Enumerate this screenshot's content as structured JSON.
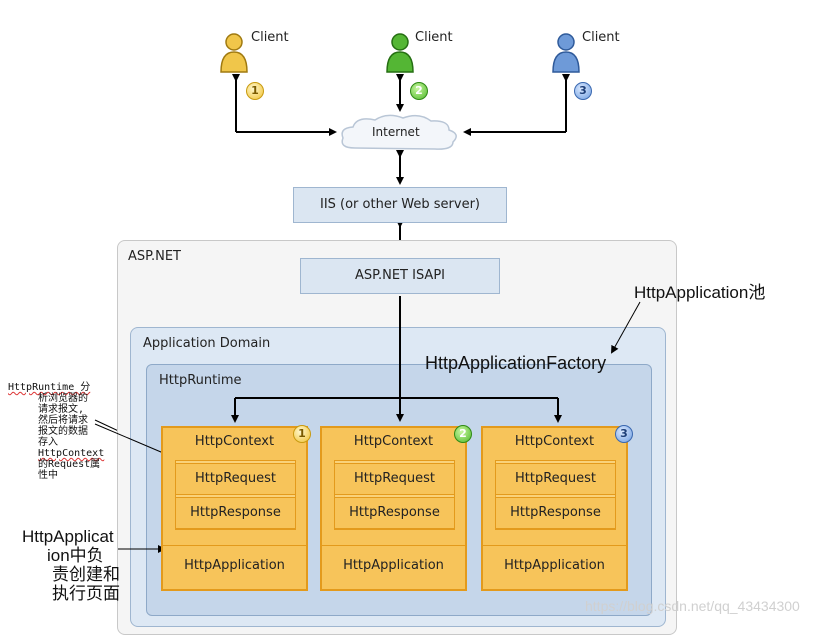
{
  "clients": [
    {
      "label": "Client",
      "badge": "1",
      "color": "#e8b923"
    },
    {
      "label": "Client",
      "badge": "2",
      "color": "#3fae2a"
    },
    {
      "label": "Client",
      "badge": "3",
      "color": "#5b8dd6"
    }
  ],
  "internet": {
    "label": "Internet"
  },
  "iis": {
    "label": "IIS (or other Web server)"
  },
  "aspnet": {
    "label": "ASP.NET"
  },
  "isapi": {
    "label": "ASP.NET ISAPI"
  },
  "app_domain": {
    "label": "Application Domain"
  },
  "http_runtime": {
    "label": "HttpRuntime"
  },
  "contexts": [
    {
      "badge": "1",
      "title": "HttpContext",
      "request": "HttpRequest",
      "response": "HttpResponse",
      "application": "HttpApplication"
    },
    {
      "badge": "2",
      "title": "HttpContext",
      "request": "HttpRequest",
      "response": "HttpResponse",
      "application": "HttpApplication"
    },
    {
      "badge": "3",
      "title": "HttpContext",
      "request": "HttpRequest",
      "response": "HttpResponse",
      "application": "HttpApplication"
    }
  ],
  "annotations": {
    "pool": "HttpApplication池",
    "factory": "HttpApplicationFactory",
    "runtime_note_line1": "HttpRuntime 分",
    "runtime_note_line2": "析浏览器的",
    "runtime_note_line3": "请求报文,",
    "runtime_note_line4": "然后将请求",
    "runtime_note_line5": "报文的数据",
    "runtime_note_line6": "存入",
    "runtime_note_line7": "HttpContext",
    "runtime_note_line8": "的Request属",
    "runtime_note_line9": "性中",
    "app_note_line1": "HttpApplicat",
    "app_note_line2": "ion中负",
    "app_note_line3": "责创建和",
    "app_note_line4": "执行页面"
  },
  "watermark": "https://blog.csdn.net/qq_43434300",
  "colors": {
    "context_fill": "#f7c45a",
    "context_border": "#e39a1c",
    "box_blue": "#dbe6f2",
    "runtime_blue": "#c5d6ea"
  }
}
